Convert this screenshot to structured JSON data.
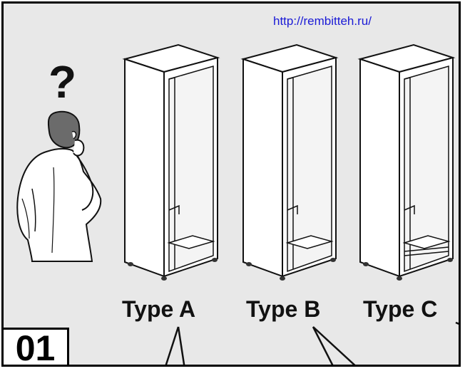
{
  "url": "http://rembitteh.ru/",
  "question_mark": "?",
  "step_number": "01",
  "cabinets": [
    {
      "label": "Type A"
    },
    {
      "label": "Type B"
    },
    {
      "label": "Type C"
    }
  ]
}
